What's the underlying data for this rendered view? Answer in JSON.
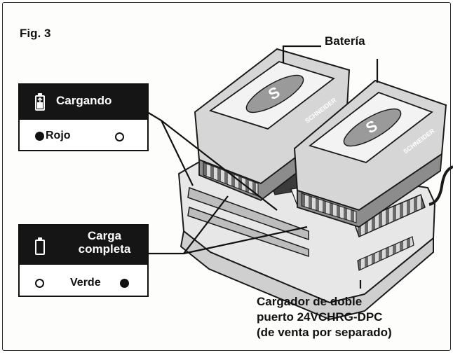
{
  "figure": {
    "label": "Fig. 3"
  },
  "callouts": {
    "battery": "Batería",
    "charger_line1": "Cargador de doble",
    "charger_line2": "puerto 24VCHRG-DPC",
    "charger_line3": "(de venta por separado)"
  },
  "legend_charging": {
    "title": "Cargando",
    "icon": "battery-charging-icon",
    "indicator_label": "Rojo",
    "indicator_color": "#111111"
  },
  "legend_complete": {
    "title_line1": "Carga",
    "title_line2": "completa",
    "icon": "battery-empty-outline-icon",
    "indicator_label": "Verde",
    "indicator_color": "#111111"
  },
  "product_brand_mark": "SCHNEIDER",
  "product_logo": "S"
}
